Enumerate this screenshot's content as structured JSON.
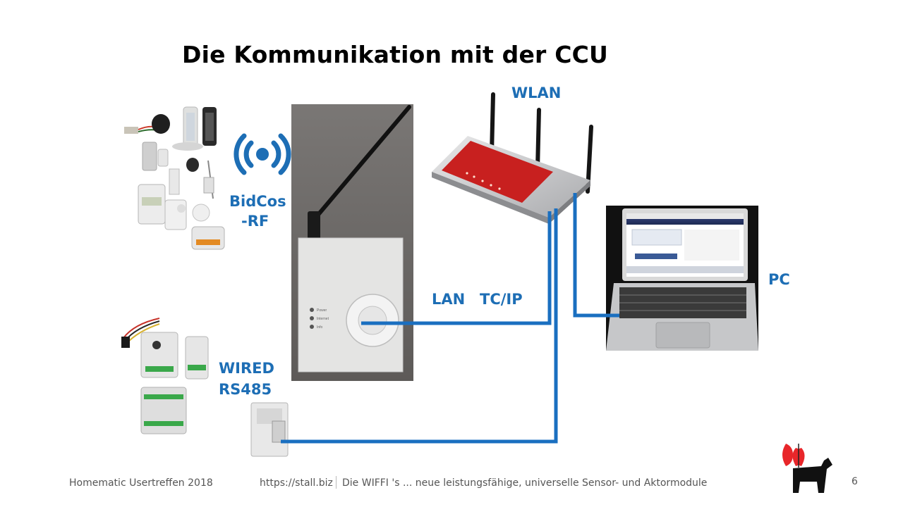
{
  "slide": {
    "title": "Die Kommunikation mit der CCU",
    "page_number": "6"
  },
  "labels": {
    "wlan": "WLAN",
    "bidcos_line1": "BidCos",
    "bidcos_line2": "-RF",
    "lan": "LAN",
    "tcip": "TC/IP",
    "pc": "PC",
    "wired_line1": "WIRED",
    "wired_line2": "RS485"
  },
  "ccu": {
    "led_labels": [
      "Power",
      "Internet",
      "Info"
    ]
  },
  "footer": {
    "event": "Homematic Usertreffen 2018",
    "url": "https://stall.biz",
    "topic": "Die WIFFI 's ... neue leistungsfähige, universelle Sensor- und Aktormodule"
  },
  "colors": {
    "accent_blue": "#1d6eb5",
    "cable_blue": "#1a6fc0",
    "router_red": "#c8201f",
    "logo_red": "#e8262a"
  },
  "icons": [
    "radio-wave-icon",
    "dog-logo-icon"
  ]
}
